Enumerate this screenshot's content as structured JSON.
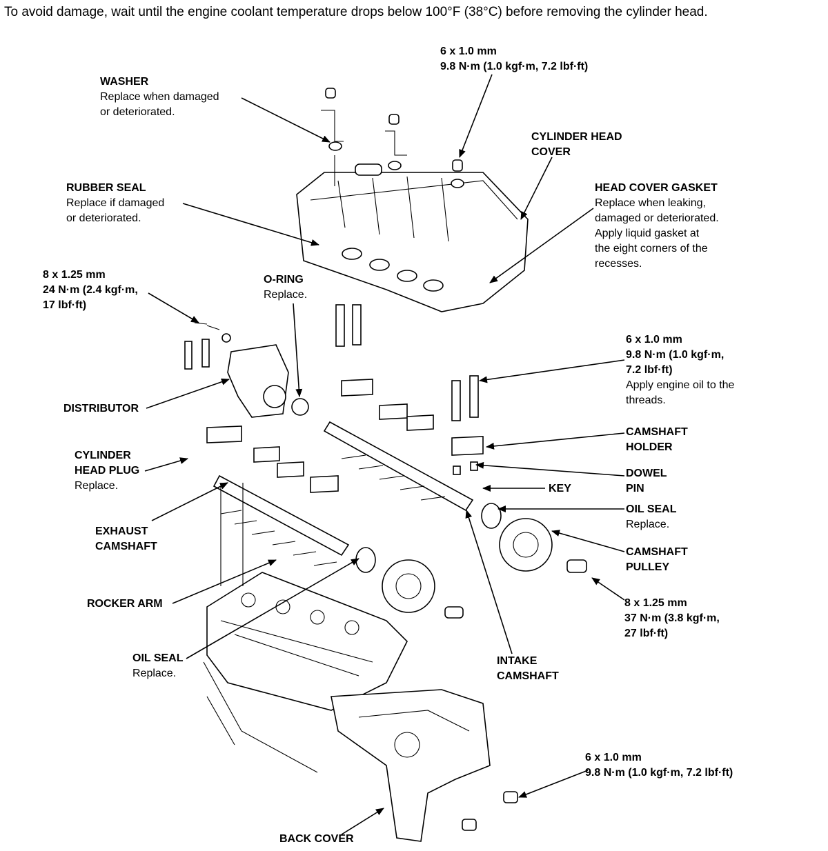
{
  "notice": "To avoid damage, wait until the engine coolant temperature drops below 100°F (38°C) before removing the cylinder head.",
  "labels": {
    "washer": {
      "title": "WASHER",
      "lines": [
        "Replace when damaged",
        "or deteriorated."
      ]
    },
    "top_bolt": {
      "lines": [
        "6 x 1.0 mm",
        "9.8 N·m (1.0 kgf·m, 7.2 lbf·ft)"
      ]
    },
    "cylinder_head_cover": {
      "lines": [
        "CYLINDER HEAD",
        "COVER"
      ]
    },
    "rubber_seal": {
      "title": "RUBBER SEAL",
      "lines": [
        "Replace if damaged",
        "or deteriorated."
      ]
    },
    "head_cover_gasket": {
      "title": "HEAD COVER GASKET",
      "lines": [
        "Replace when leaking,",
        "damaged or deteriorated.",
        "Apply liquid gasket at",
        "the eight corners of the",
        "recesses."
      ]
    },
    "distributor_bolt": {
      "lines": [
        "8 x 1.25 mm",
        "24 N·m (2.4 kgf·m,",
        "17 lbf·ft)"
      ]
    },
    "o_ring": {
      "title": "O-RING",
      "lines": [
        "Replace."
      ]
    },
    "holder_bolt": {
      "title_lines": [
        "6 x 1.0 mm",
        "9.8 N·m (1.0 kgf·m,",
        "7.2 lbf·ft)"
      ],
      "lines": [
        "Apply engine oil to the",
        "threads."
      ]
    },
    "distributor": {
      "title": "DISTRIBUTOR"
    },
    "camshaft_holder": {
      "lines": [
        "CAMSHAFT",
        "HOLDER"
      ]
    },
    "cylinder_head_plug": {
      "title_lines": [
        "CYLINDER",
        "HEAD PLUG"
      ],
      "lines": [
        "Replace."
      ]
    },
    "dowel_pin": {
      "lines": [
        "DOWEL",
        "PIN"
      ]
    },
    "key": {
      "title": "KEY"
    },
    "oil_seal_right": {
      "title": "OIL SEAL",
      "lines": [
        "Replace."
      ]
    },
    "exhaust_camshaft": {
      "lines": [
        "EXHAUST",
        "CAMSHAFT"
      ]
    },
    "camshaft_pulley": {
      "lines": [
        "CAMSHAFT",
        "PULLEY"
      ]
    },
    "rocker_arm": {
      "title": "ROCKER ARM"
    },
    "pulley_bolt": {
      "lines": [
        "8 x 1.25 mm",
        "37 N·m (3.8 kgf·m,",
        "27 lbf·ft)"
      ]
    },
    "oil_seal_left": {
      "title": "OIL SEAL",
      "lines": [
        "Replace."
      ]
    },
    "intake_camshaft": {
      "lines": [
        "INTAKE",
        "CAMSHAFT"
      ]
    },
    "back_cover_bolt": {
      "lines": [
        "6 x 1.0 mm",
        "9.8 N·m (1.0 kgf·m, 7.2 lbf·ft)"
      ]
    },
    "back_cover": {
      "title": "BACK COVER"
    }
  }
}
